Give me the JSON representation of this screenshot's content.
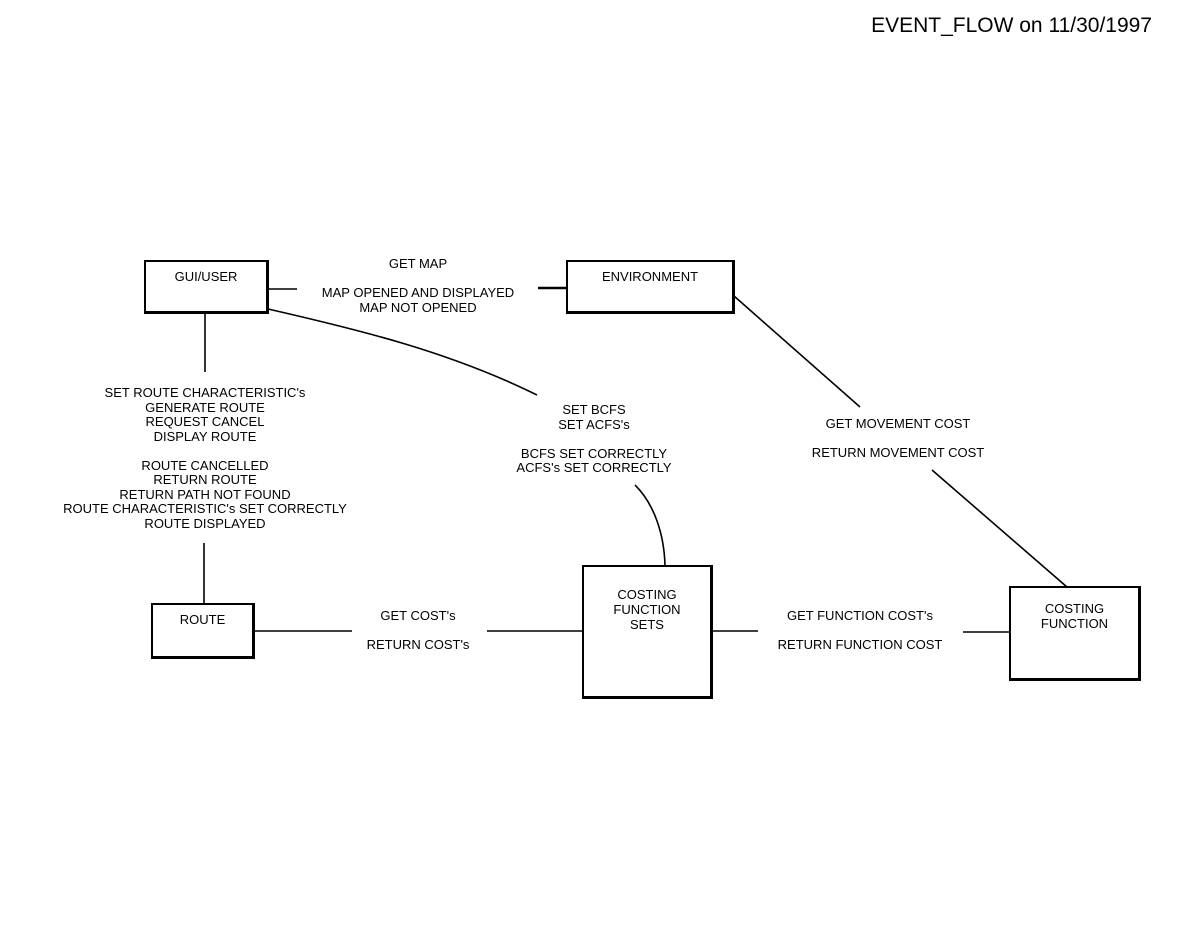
{
  "title": "EVENT_FLOW on 11/30/1997",
  "nodes": {
    "gui_user": {
      "label": "GUI/USER"
    },
    "environment": {
      "label": "ENVIRONMENT"
    },
    "route": {
      "label": "ROUTE"
    },
    "costing_function_sets": {
      "lines": [
        "COSTING",
        "FUNCTION",
        "SETS"
      ]
    },
    "costing_function": {
      "lines": [
        "COSTING",
        "FUNCTION"
      ]
    }
  },
  "flows": {
    "gui_env": {
      "request": [
        "GET MAP"
      ],
      "response": [
        "MAP OPENED AND DISPLAYED",
        "MAP NOT OPENED"
      ]
    },
    "gui_route": {
      "request": [
        "SET ROUTE CHARACTERISTIC's",
        "GENERATE ROUTE",
        "REQUEST CANCEL",
        "DISPLAY ROUTE"
      ],
      "response": [
        "ROUTE CANCELLED",
        "RETURN ROUTE",
        "RETURN PATH NOT FOUND",
        "ROUTE CHARACTERISTIC's SET CORRECTLY",
        "ROUTE DISPLAYED"
      ]
    },
    "gui_cfs": {
      "request": [
        "SET BCFS",
        "SET ACFS's"
      ],
      "response": [
        "BCFS SET CORRECTLY",
        "ACFS's SET CORRECTLY"
      ]
    },
    "env_cf": {
      "request": [
        "GET MOVEMENT COST"
      ],
      "response": [
        "RETURN MOVEMENT COST"
      ]
    },
    "route_cfs": {
      "request": [
        "GET COST's"
      ],
      "response": [
        "RETURN COST's"
      ]
    },
    "cfs_cf": {
      "request": [
        "GET FUNCTION COST's"
      ],
      "response": [
        "RETURN FUNCTION COST"
      ]
    }
  }
}
